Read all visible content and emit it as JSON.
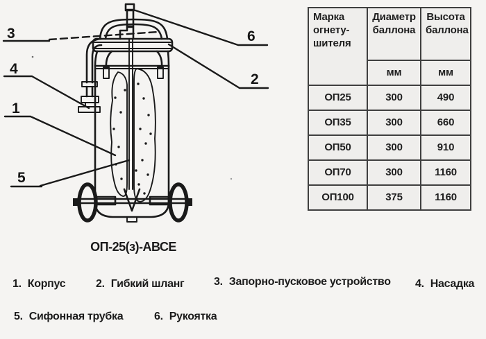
{
  "diagram": {
    "caption": "ОП-25(з)-АВСЕ",
    "callouts": {
      "n1": "1",
      "n2": "2",
      "n3": "3",
      "n4": "4",
      "n5": "5",
      "n6": "6"
    }
  },
  "table": {
    "col_model": "Марка огнету-шителя",
    "col_diameter": "Диаметр баллона",
    "col_height": "Высота баллона",
    "unit_diameter": "мм",
    "unit_height": "мм",
    "rows": [
      {
        "model": "ОП25",
        "diameter": "300",
        "height": "490"
      },
      {
        "model": "ОП35",
        "diameter": "300",
        "height": "660"
      },
      {
        "model": "ОП50",
        "diameter": "300",
        "height": "910"
      },
      {
        "model": "ОП70",
        "diameter": "300",
        "height": "1160"
      },
      {
        "model": "ОП100",
        "diameter": "375",
        "height": "1160"
      }
    ]
  },
  "legend": {
    "items": [
      {
        "num": "1.",
        "label": "Корпус"
      },
      {
        "num": "2.",
        "label": "Гибкий шланг"
      },
      {
        "num": "3.",
        "label": "Запорно-пусковое устройство"
      },
      {
        "num": "4.",
        "label": "Насадка"
      },
      {
        "num": "5.",
        "label": "Сифонная трубка"
      },
      {
        "num": "6.",
        "label": "Рукоятка"
      }
    ]
  },
  "colors": {
    "ink": "#1a1a1a",
    "paper": "#f5f4f2",
    "table_bg": "#efeeec",
    "table_border": "#3f3f3f"
  }
}
